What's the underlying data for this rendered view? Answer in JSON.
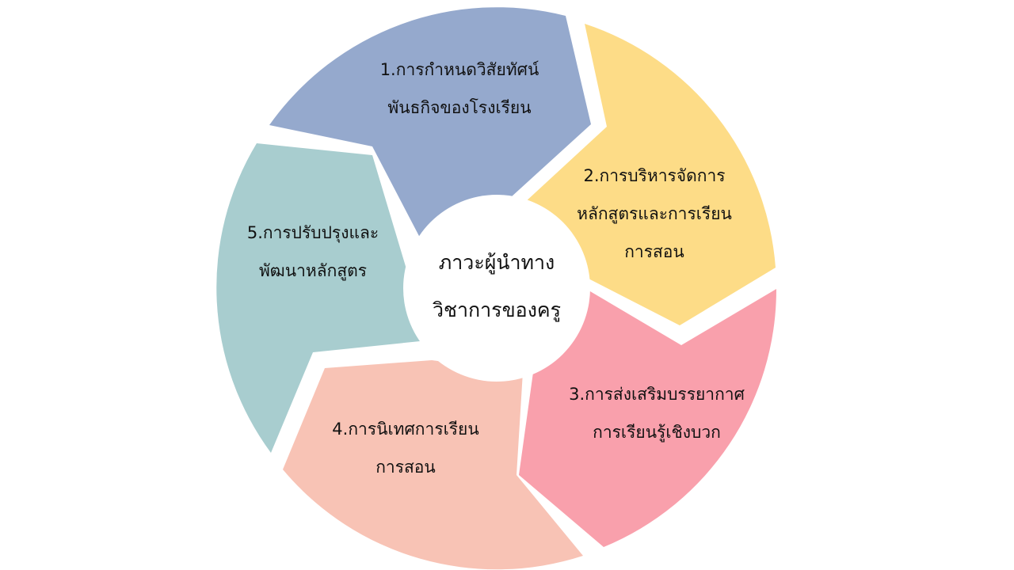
{
  "center": {
    "line1": "ภาวะผู้นำทาง",
    "line2": "วิชาการของครู"
  },
  "segments": [
    {
      "line1": "1.การกำหนดวิสัยทัศน์",
      "line2": "พันธกิจของโรงเรียน",
      "line3": "",
      "color": "#95A9CD"
    },
    {
      "line1": "2.การบริหารจัดการ",
      "line2": "หลักสูตรและการเรียน",
      "line3": "การสอน",
      "color": "#FDDC87"
    },
    {
      "line1": "3.การส่งเสริมบรรยากาศ",
      "line2": "การเรียนรู้เชิงบวก",
      "line3": "",
      "color": "#F9A0AC"
    },
    {
      "line1": "4.การนิเทศการเรียน",
      "line2": "การสอน",
      "line3": "",
      "color": "#F8C3B5"
    },
    {
      "line1": "5.การปรับปรุงและ",
      "line2": "พัฒนาหลักสูตร",
      "line3": "",
      "color": "#A8CDCF"
    }
  ]
}
